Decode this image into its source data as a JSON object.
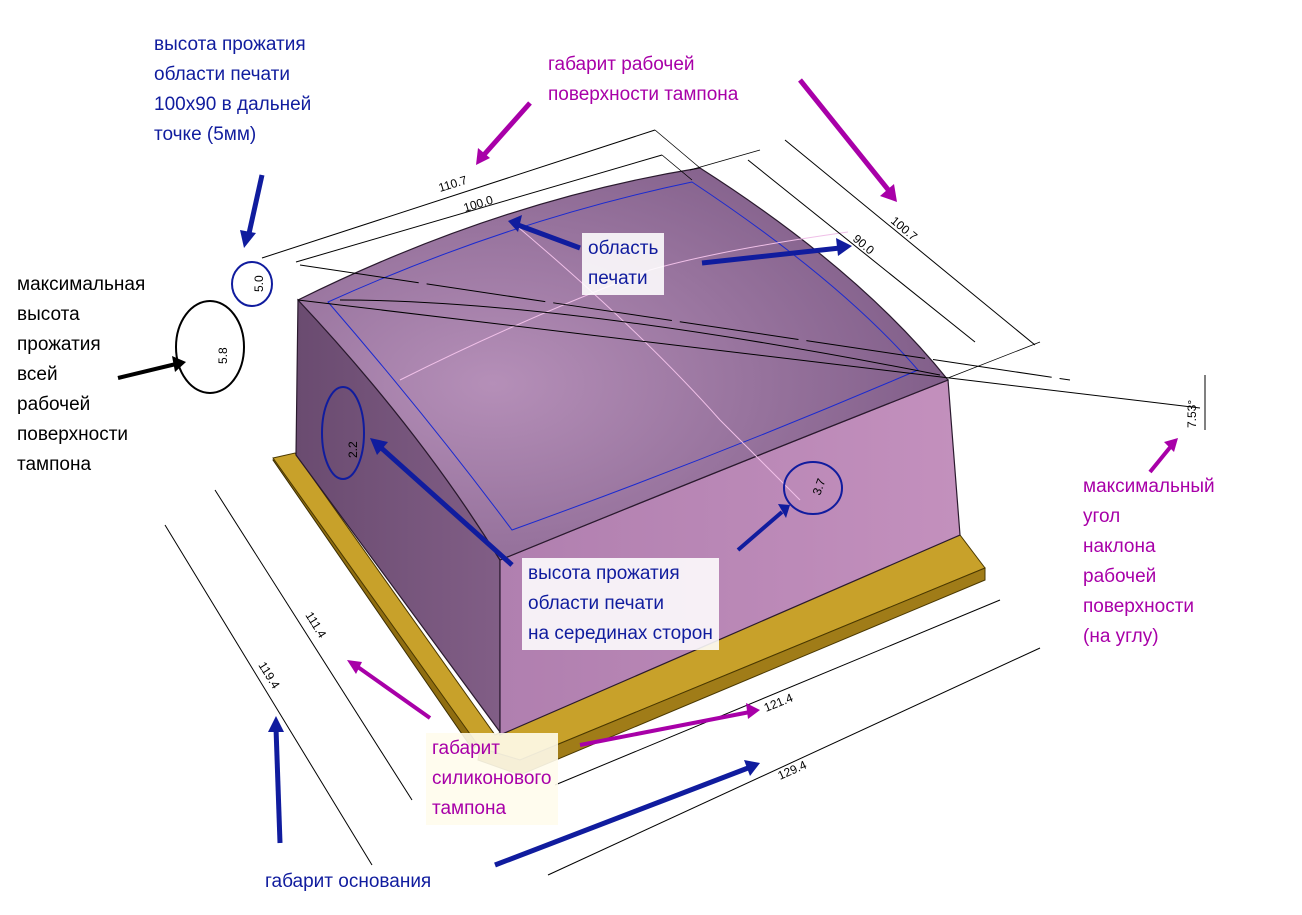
{
  "colors": {
    "pad_top": "#7e5a86",
    "pad_front": "#b785b3",
    "pad_left": "#6e4f72",
    "base_top": "#c8a12a",
    "base_side": "#8f6d10",
    "blue_callout": "#101c9e",
    "magenta_callout": "#a800a8"
  },
  "labels": {
    "depth_print_far": "высота прожатия\nобласти печати\n100x90 в дальней\nточке (5мм)",
    "pad_working_size": "габарит рабочей\nповерхности тампона",
    "max_depth_all": "максимальная\nвысота\nпрожатия\nвсей\nрабочей\nповерхности\nтампона",
    "print_area": "область\nпечати",
    "max_angle": "максимальный\nугол\nнаклона\nрабочей\nповерхности\n(на углу)",
    "depth_mid_sides": "высота прожатия\nобласти печати\nна серединах сторон",
    "silicone_pad_size": "габарит\nсиликонового\nтампона",
    "base_size": "габарит основания"
  },
  "dimensions": {
    "d110_7": "110.7",
    "d100_0": "100.0",
    "d90_0": "90.0",
    "d100_7": "100.7",
    "d5_0": "5.0",
    "d5_8": "5.8",
    "d2_2": "2.2",
    "d3_7": "3.7",
    "d7_53": "7.53°",
    "d111_4": "111.4",
    "d119_4": "119.4",
    "d121_4": "121.4",
    "d129_4": "129.4"
  }
}
